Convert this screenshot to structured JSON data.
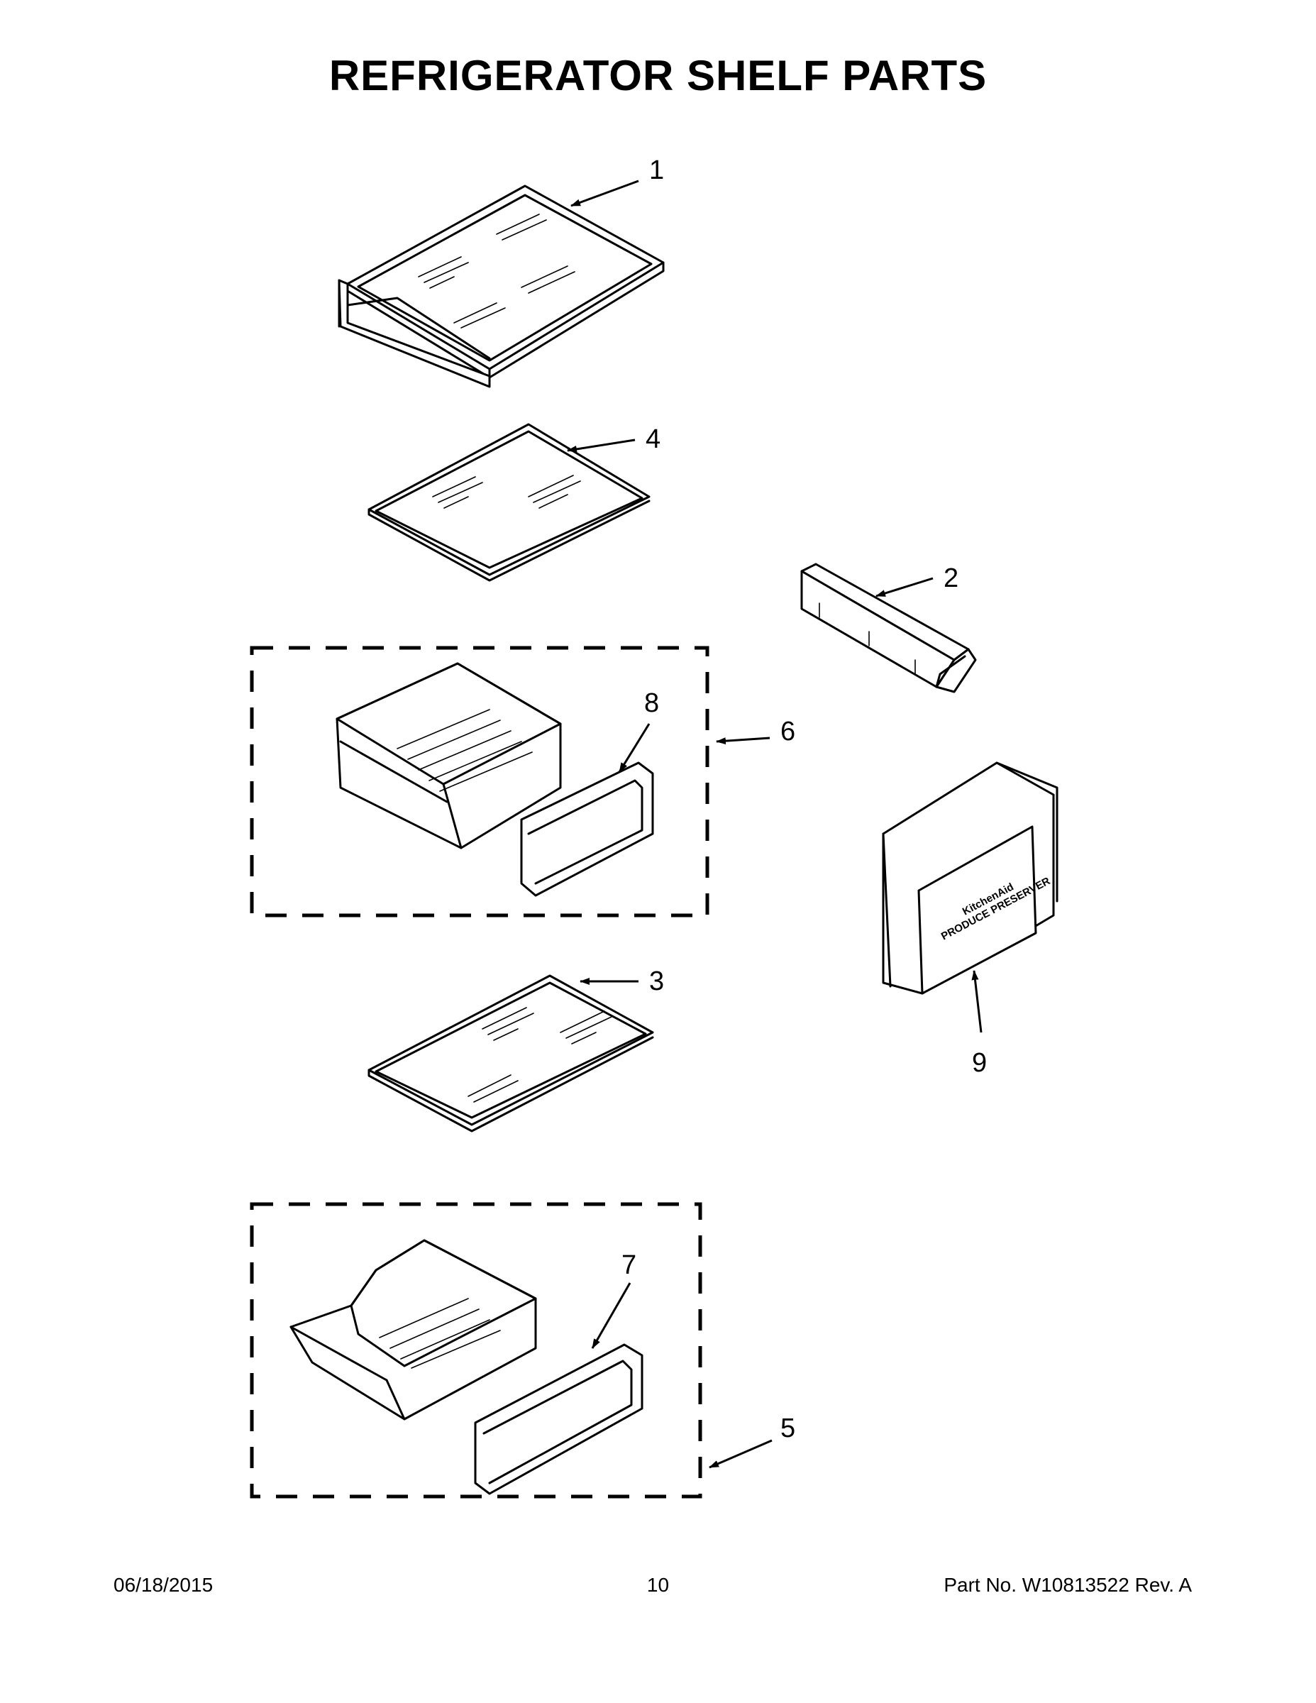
{
  "title": "REFRIGERATOR SHELF PARTS",
  "callouts": {
    "c1": "1",
    "c2": "2",
    "c3": "3",
    "c4": "4",
    "c5": "5",
    "c6": "6",
    "c7": "7",
    "c8": "8",
    "c9": "9"
  },
  "part9_labels": {
    "brand": "KitchenAid",
    "name": "PRODUCE PRESERVER"
  },
  "footer": {
    "date": "06/18/2015",
    "page": "10",
    "part_no": "Part No.  W10813522  Rev.  A"
  }
}
